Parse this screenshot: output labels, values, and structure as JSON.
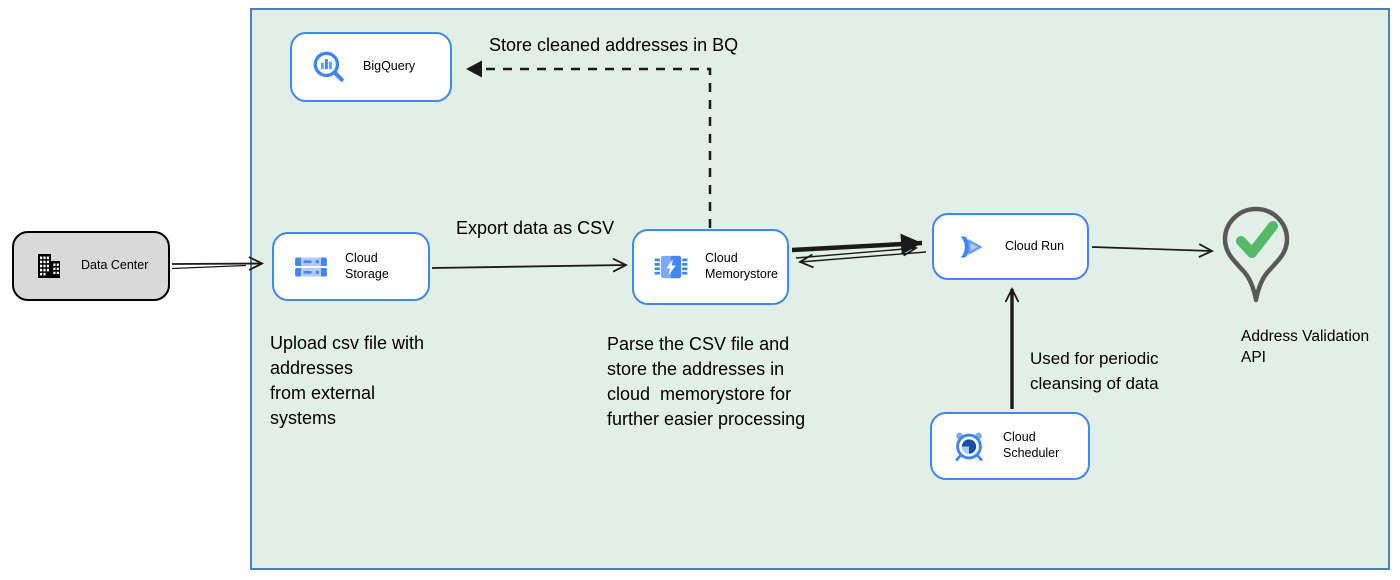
{
  "nodes": {
    "data_center": {
      "label": "Data Center",
      "icon": "building-icon"
    },
    "bigquery": {
      "label": "BigQuery",
      "icon": "bigquery-icon"
    },
    "cloud_storage": {
      "label": "Cloud Storage",
      "icon": "cloud-storage-icon"
    },
    "cloud_memorystore": {
      "label": "Cloud Memorystore",
      "icon": "memorystore-chip-icon"
    },
    "cloud_run": {
      "label": "Cloud Run",
      "icon": "cloud-run-icon"
    },
    "cloud_scheduler": {
      "label": "Cloud Scheduler",
      "icon": "alarm-clock-icon"
    },
    "address_validation_api": {
      "label_lines": [
        "Address Validation",
        "API"
      ],
      "icon": "map-pin-check-icon"
    }
  },
  "annotations": {
    "store_bq": "Store cleaned addresses in BQ",
    "export_csv": "Export data as CSV",
    "upload_note_lines": [
      "Upload csv file with",
      "addresses",
      "from external",
      "systems"
    ],
    "parse_note_lines": [
      "Parse the CSV file and",
      "store the addresses in",
      "cloud  memorystore for",
      "further easier processing"
    ],
    "scheduler_note_lines": [
      "Used for periodic",
      "cleansing of data"
    ]
  },
  "colors": {
    "container_fill": "#e2efe6",
    "container_border": "#4e80bd",
    "node_border": "#4285f4",
    "node_fill": "#ffffff",
    "data_center_fill": "#d9d9d9",
    "data_center_border": "#000000",
    "icon_blue": "#4285f4",
    "icon_blue_light": "#7baaf7",
    "icon_blue_pale": "#aecbfa",
    "icon_navy": "#174ea6",
    "check_green": "#55b967",
    "pin_outline_gray": "#595959",
    "arrow_black": "#1a1a1a"
  }
}
